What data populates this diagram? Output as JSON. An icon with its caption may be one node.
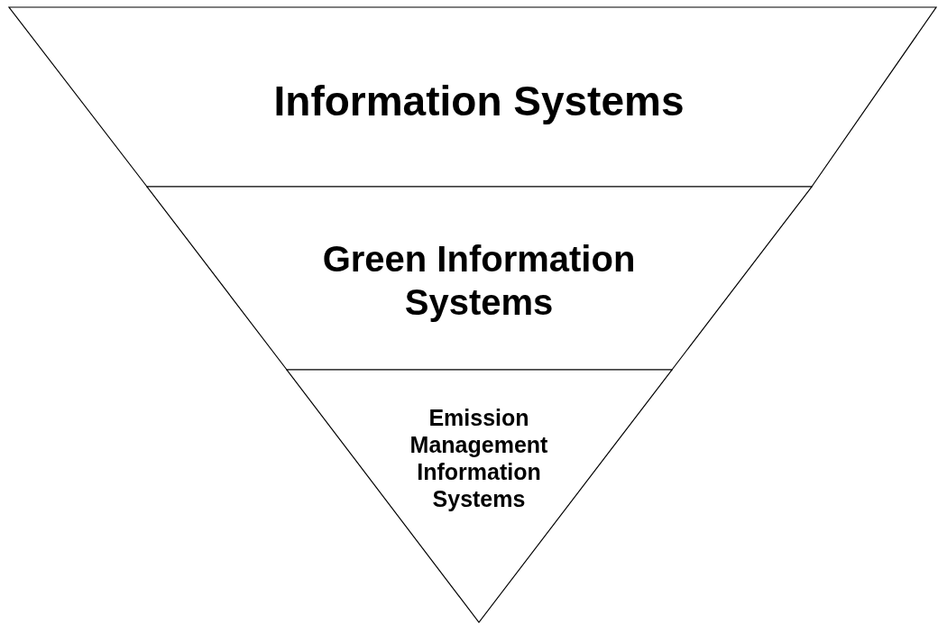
{
  "diagram": {
    "nodes": [
      {
        "text": [
          "Information Systems"
        ]
      },
      {
        "text": [
          "Green Information Systems"
        ]
      },
      {
        "text": [
          "Emission Management Information Systems"
        ]
      }
    ]
  }
}
